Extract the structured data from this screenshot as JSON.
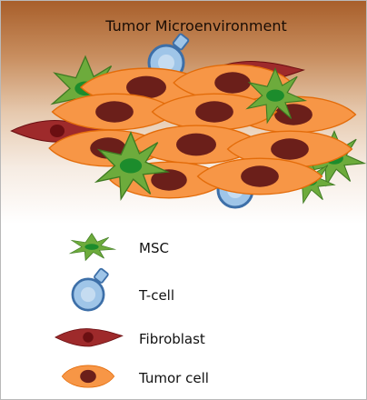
{
  "title": "Tumor Microenvironment",
  "legend": [
    {
      "label": "MSC",
      "icon": "msc-icon"
    },
    {
      "label": "T-cell",
      "icon": "t-cell-icon"
    },
    {
      "label": "Fibroblast",
      "icon": "fibroblast-icon"
    },
    {
      "label": "Tumor cell",
      "icon": "tumor-cell-icon"
    }
  ],
  "colors": {
    "tumor_fill": "#f79646",
    "tumor_nucleus": "#6b1f1a",
    "msc_fill": "#6dab3c",
    "msc_nucleus": "#1c8c2c",
    "tcell_fill": "#9fc5e8",
    "tcell_stroke": "#3d6fa8",
    "fibroblast_fill": "#9e2a2b",
    "fibroblast_nucleus": "#6b0f12"
  }
}
